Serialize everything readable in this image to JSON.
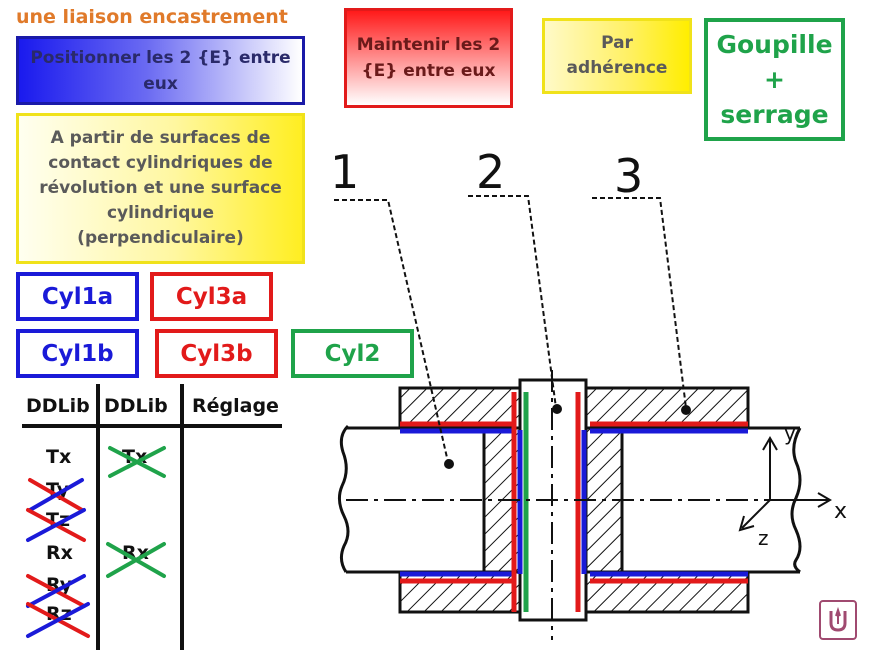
{
  "title": "une liaison encastrement",
  "boxes": {
    "positionner": "Positionner les 2 {E} entre eux",
    "maintenir": "Maintenir les 2 {E} entre eux",
    "adherence": "Par adhérence",
    "goupille": "Goupille + serrage",
    "surfaces": "A partir de surfaces de contact cylindriques de révolution et une surface cylindrique (perpendiculaire)"
  },
  "cylinders": {
    "cyl1a": "Cyl1a",
    "cyl3a": "Cyl3a",
    "cyl1b": "Cyl1b",
    "cyl3b": "Cyl3b",
    "cyl2": "Cyl2"
  },
  "table": {
    "headers": [
      "DDLib",
      "DDLib",
      "Réglage"
    ],
    "col1": [
      "Tx",
      "Ty",
      "Tz",
      "Rx",
      "Ry",
      "Rz"
    ],
    "col2": [
      "Tx",
      "Rx"
    ]
  },
  "drawing": {
    "labels": [
      "1",
      "2",
      "3"
    ],
    "axes": {
      "x": "x",
      "y": "y",
      "z": "z"
    }
  },
  "colors": {
    "blue": "#1a1ad8",
    "red": "#e21a1a",
    "green": "#1fa34a",
    "orange": "#e07a2a",
    "yellow": "#ffee00"
  }
}
